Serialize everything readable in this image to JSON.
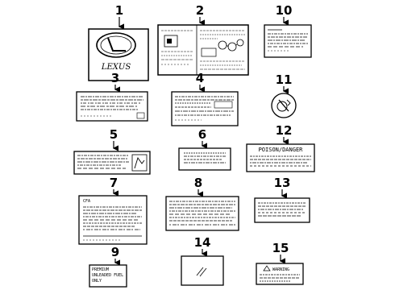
{
  "callouts": [
    "1",
    "2",
    "3",
    "4",
    "5",
    "6",
    "7",
    "8",
    "9",
    "10",
    "11",
    "12",
    "13",
    "14",
    "15"
  ],
  "label_texts": {
    "lexus_logo": "LEXUS",
    "poison_danger": "POISON/DANGER",
    "premium_line1": "PREMIUM",
    "premium_line2": "UNLEADED FUEL",
    "premium_line3": "ONLY",
    "warning": "WARNING",
    "label7_header": "CFA"
  }
}
